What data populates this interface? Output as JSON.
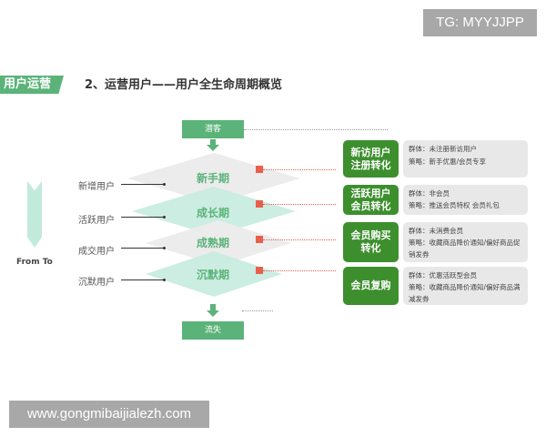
{
  "watermarks": {
    "top_right": "TG: MYYJJPP",
    "bottom_left": "www.gongmibaijialezh.com"
  },
  "header": {
    "section_tag": "用户运营",
    "title": "2、运营用户——用户全生命周期概览"
  },
  "flow": {
    "start": "潜客",
    "end": "流失",
    "direction_label": "From To"
  },
  "stages": [
    {
      "user_type": "新增用户",
      "stage": "新手期",
      "shape_color": "#ececec"
    },
    {
      "user_type": "活跃用户",
      "stage": "成长期",
      "shape_color": "#c9ecdf"
    },
    {
      "user_type": "成交用户",
      "stage": "成熟期",
      "shape_color": "#ececec"
    },
    {
      "user_type": "沉默用户",
      "stage": "沉默期",
      "shape_color": "#c9ecdf"
    }
  ],
  "actions": [
    {
      "title": "新访用户\n注册转化",
      "group": "群体：未注册新访用户",
      "strategy": "策略：新手优惠/会员专享"
    },
    {
      "title": "活跃用户\n会员转化",
      "group": "群体：非会员",
      "strategy": "策略：推送会员特权 会员礼包"
    },
    {
      "title": "会员购买\n转化",
      "group": "群体：未消费会员",
      "strategy": "策略：收藏商品降价通知/偏好商品促销发券"
    },
    {
      "title": "会员复购",
      "group": "群体：优惠活跃型会员",
      "strategy": "策略：收藏商品降价通知/偏好商品满减发券"
    }
  ],
  "colors": {
    "primary_green": "#5bb37a",
    "dark_green": "#3d8f2e",
    "mint": "#c9ecdf",
    "marker_red": "#e8604c",
    "info_gray": "#e8e8e8"
  }
}
